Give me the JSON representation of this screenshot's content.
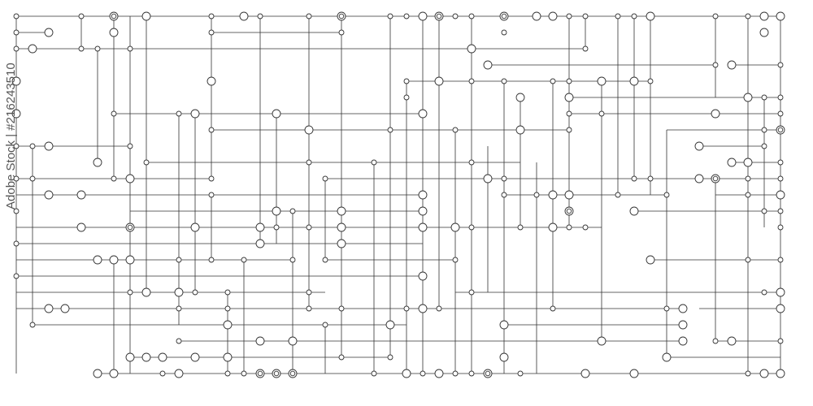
{
  "stock_watermark": {
    "brand": "Adobe Stock",
    "separator": "|",
    "id": "#216243510",
    "text": "Adobe Stock | #216243510"
  },
  "colors": {
    "background": "#ffffff",
    "line": "#333333"
  },
  "circuit": {
    "style": "thin black line circuit pattern with hollow circular nodes",
    "node_types": [
      "small-node",
      "large-node",
      "double-ring-node"
    ]
  }
}
